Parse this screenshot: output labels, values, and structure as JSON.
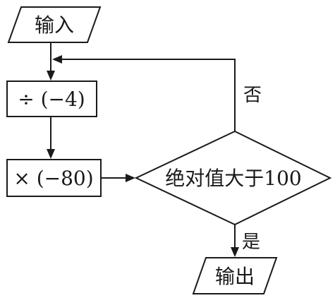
{
  "flowchart": {
    "nodes": {
      "input": "输入",
      "divide": "÷ (−4)",
      "multiply": "× (−80)",
      "decision": "绝对值大于100",
      "output": "输出"
    },
    "branches": {
      "no": "否",
      "yes": "是"
    },
    "colors": {
      "stroke": "#1a1a1a",
      "background": "#ffffff"
    }
  }
}
